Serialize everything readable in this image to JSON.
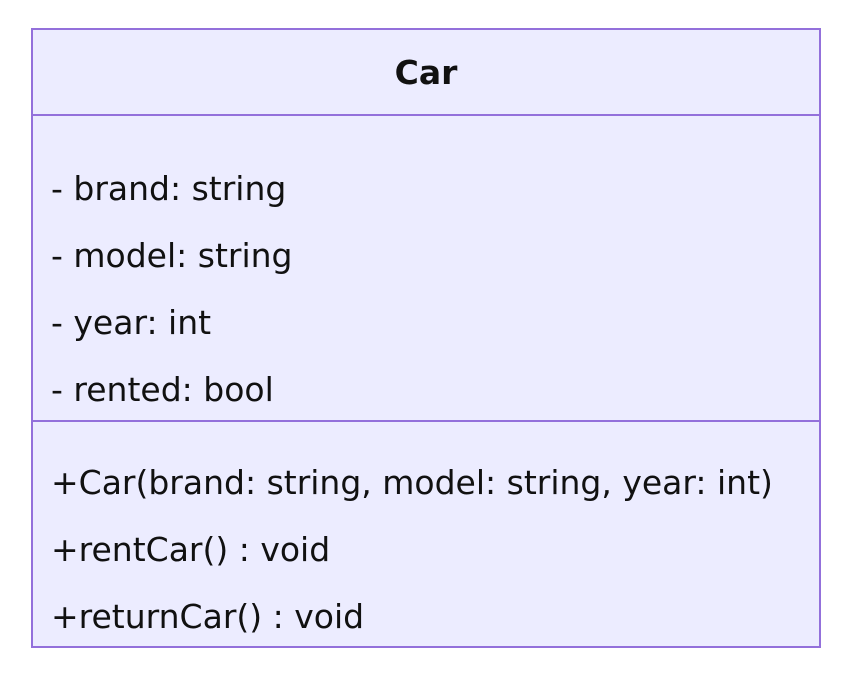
{
  "class": {
    "name": "Car",
    "attributes": [
      "- brand: string",
      "- model: string",
      "- year: int",
      "- rented: bool"
    ],
    "methods": [
      "+Car(brand: string, model: string, year: int)",
      "+rentCar() : void",
      "+returnCar() : void"
    ]
  },
  "colors": {
    "fill": "#ECECFF",
    "stroke": "#9370DB",
    "text": "#111111"
  }
}
